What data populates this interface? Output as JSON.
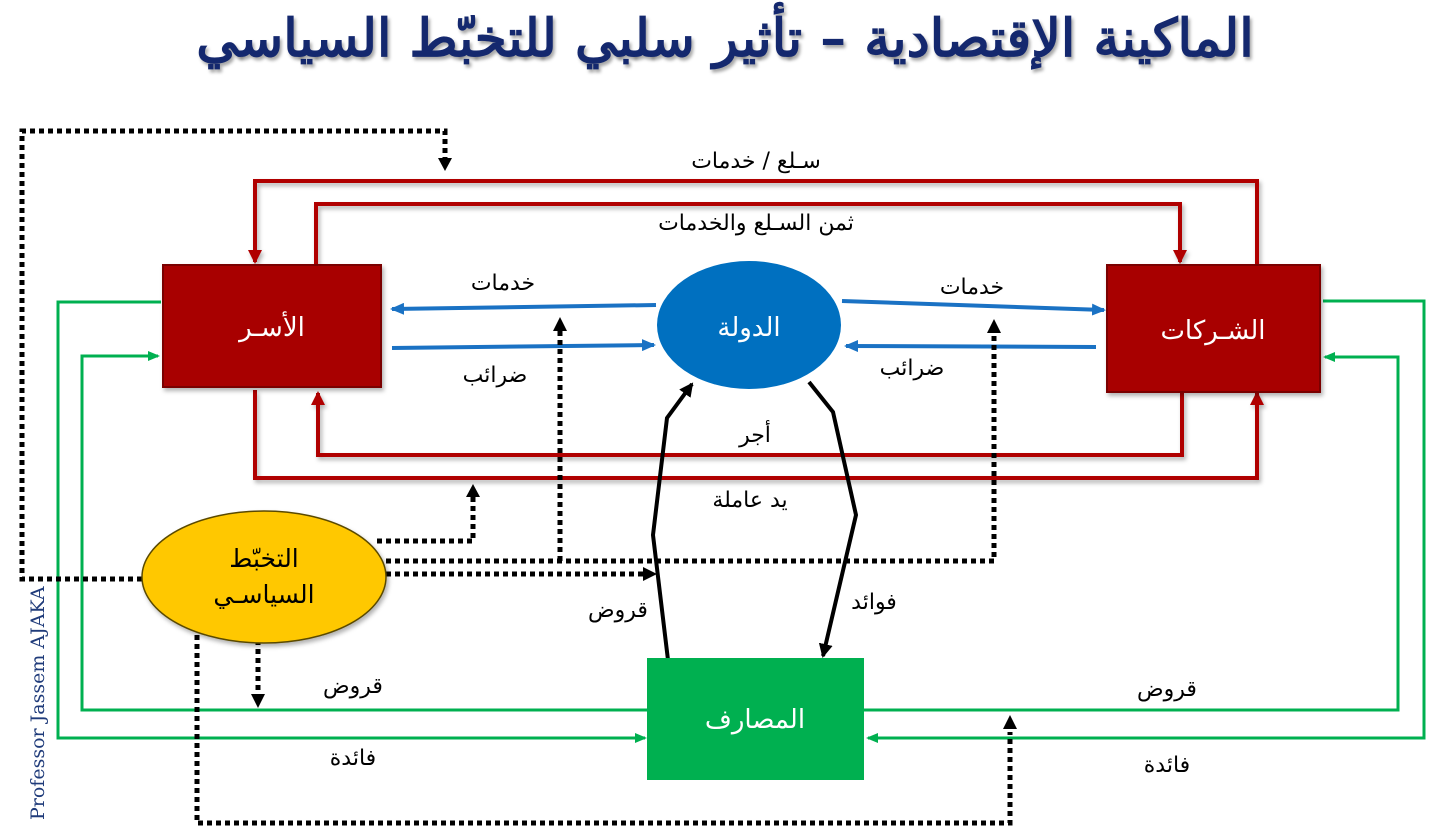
{
  "title": "الماكينة الإقتصادية – تأثير سلبي للتخبّط السياسي",
  "credit": "Professor Jassem AJAKA",
  "colors": {
    "title": "#14286e",
    "households": "#a80000",
    "firms": "#a80000",
    "state": "#0070c0",
    "banks": "#00b050",
    "political_turmoil": "#ffc800",
    "red_flow": "#b00000",
    "blue_flow": "#1a72c4",
    "green_flow": "#00b050",
    "black_flow": "#000000"
  },
  "nodes": {
    "households": "الأسـر",
    "firms": "الشـركات",
    "state": "الدولة",
    "banks": "المصارف",
    "turmoil_line1": "التخبّط",
    "turmoil_line2": "السياسـي"
  },
  "flows": {
    "goods_services": "سـلع / خدمات",
    "price_goods_services": "ثمن السـلع والخدمات",
    "services_to_households": "خدمات",
    "taxes_from_households": "ضرائب",
    "services_to_firms": "خدمات",
    "taxes_from_firms": "ضرائب",
    "wages": "أجر",
    "labor": "يد عاملة",
    "loans_to_state": "قروض",
    "interest_from_state": "فوائد",
    "loans_to_households": "قروض",
    "interest_from_households": "فائدة",
    "loans_to_firms": "قروض",
    "interest_from_firms": "فائدة"
  }
}
